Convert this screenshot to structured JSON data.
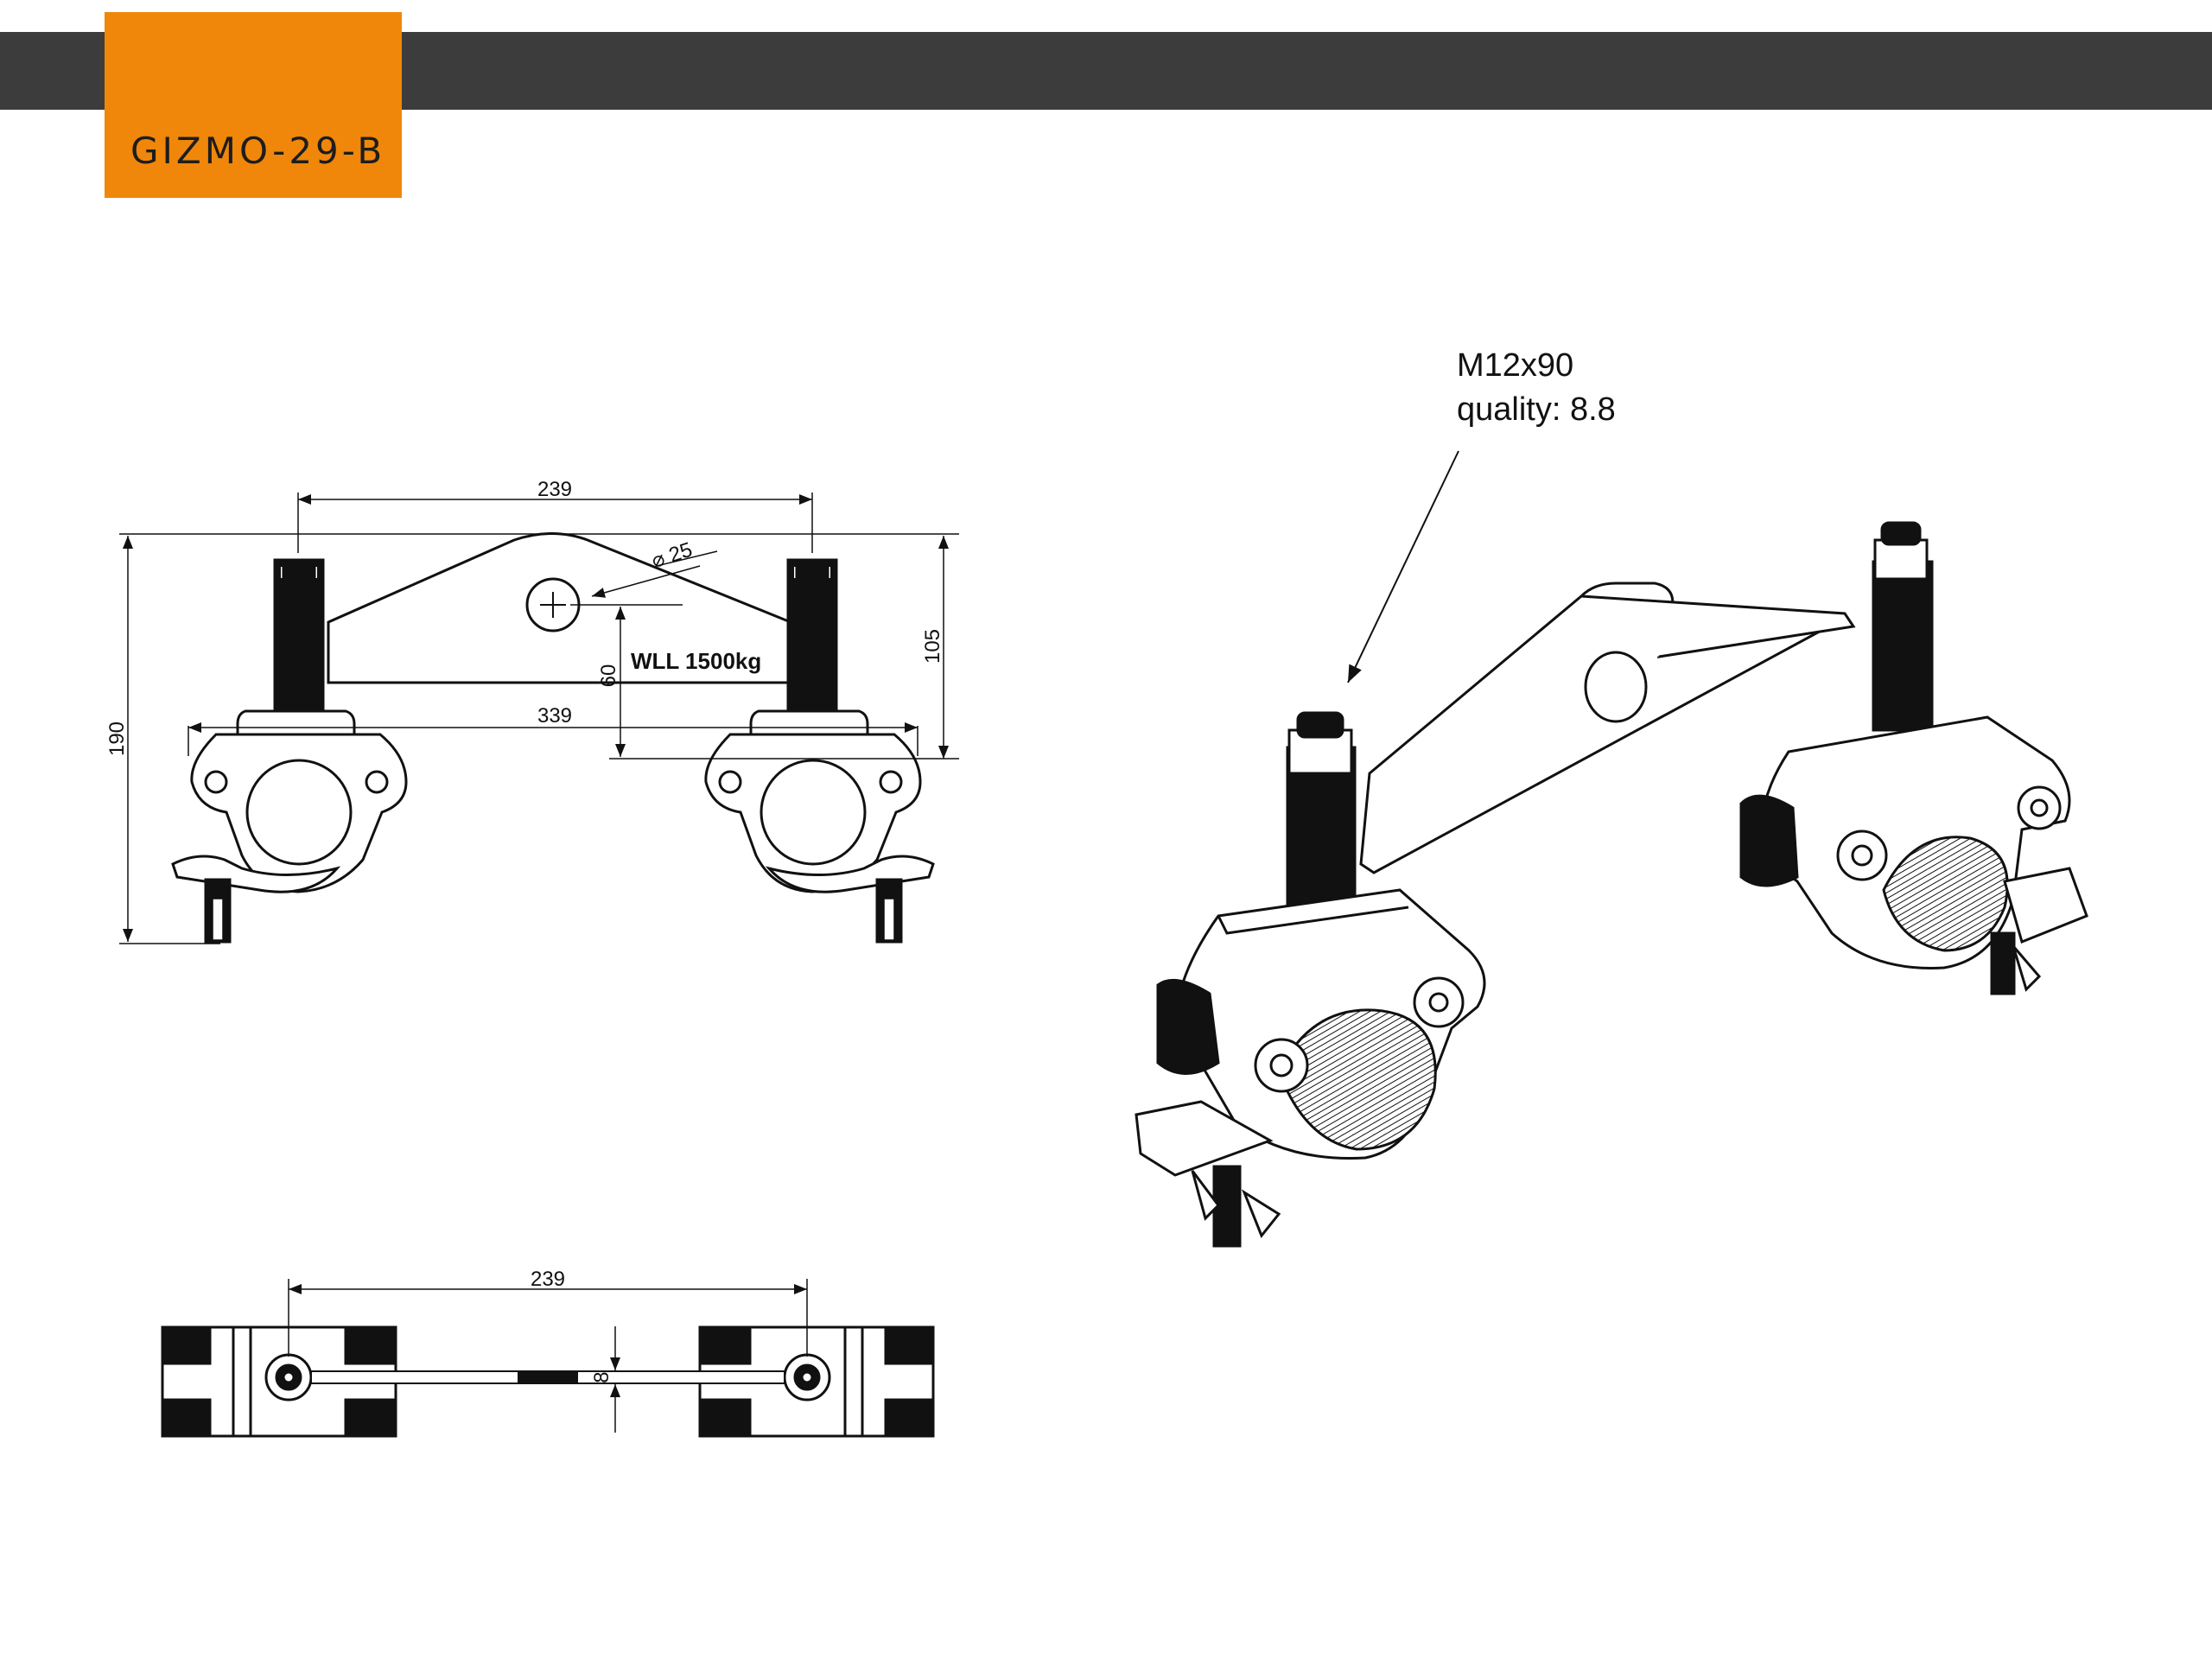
{
  "header": {
    "product_code": "GIZMO-29-B"
  },
  "front_view": {
    "dim_bolt_spacing": "239",
    "dim_hole_diameter": "⌀ 25",
    "dim_overall_width": "339",
    "dim_total_height": "190",
    "dim_upper_height": "105",
    "dim_hole_height": "60",
    "load_rating": "WLL 1500kg"
  },
  "top_view": {
    "dim_bolt_spacing": "239",
    "dim_plate_thickness": "8"
  },
  "iso_view": {
    "bolt_spec": "M12x90",
    "bolt_quality": "quality: 8.8"
  },
  "colors": {
    "accent": "#f0870a",
    "bar": "#3c3c3c",
    "ink": "#111111"
  }
}
